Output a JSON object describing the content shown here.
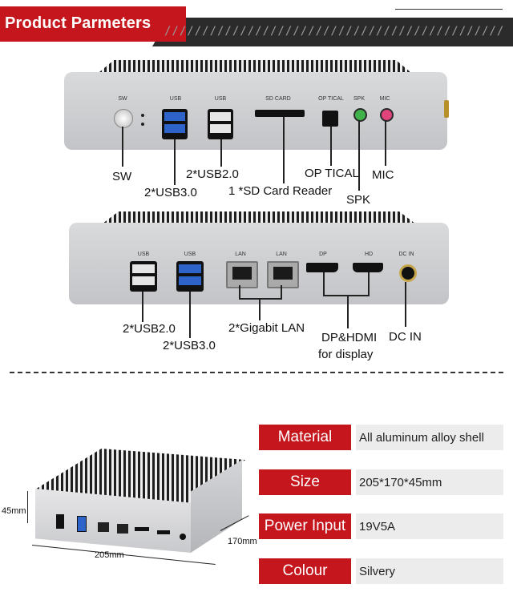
{
  "header": {
    "title": "Product Parmeters",
    "stripes": "/////////////////////////////////////////////"
  },
  "front_panel": {
    "port_labels": [
      "SW",
      "USB",
      "USB",
      "SD CARD",
      "OP TICAL",
      "SPK",
      "MIC"
    ],
    "callouts": {
      "sw": "SW",
      "usb3": "2*USB3.0",
      "usb2": "2*USB2.0",
      "sd": "1 *SD Card Reader",
      "optical": "OP TICAL",
      "spk": "SPK",
      "mic": "MIC"
    }
  },
  "rear_panel": {
    "port_labels": [
      "USB",
      "USB",
      "LAN",
      "LAN",
      "DP",
      "HD",
      "DC IN"
    ],
    "callouts": {
      "usb2": "2*USB2.0",
      "usb3": "2*USB3.0",
      "lan": "2*Gigabit LAN",
      "display_1": "DP&HDMI",
      "display_2": "for display",
      "dc": "DC IN"
    }
  },
  "dimensions": {
    "height": "45mm",
    "width": "205mm",
    "depth": "170mm"
  },
  "specs": [
    {
      "key": "Material",
      "value": "All aluminum alloy shell"
    },
    {
      "key": "Size",
      "value": "205*170*45mm"
    },
    {
      "key": "Power Input",
      "value": "19V5A"
    },
    {
      "key": "Colour",
      "value": "Silvery"
    }
  ],
  "colors": {
    "accent": "#c4161c",
    "dark": "#2b2b2b"
  }
}
